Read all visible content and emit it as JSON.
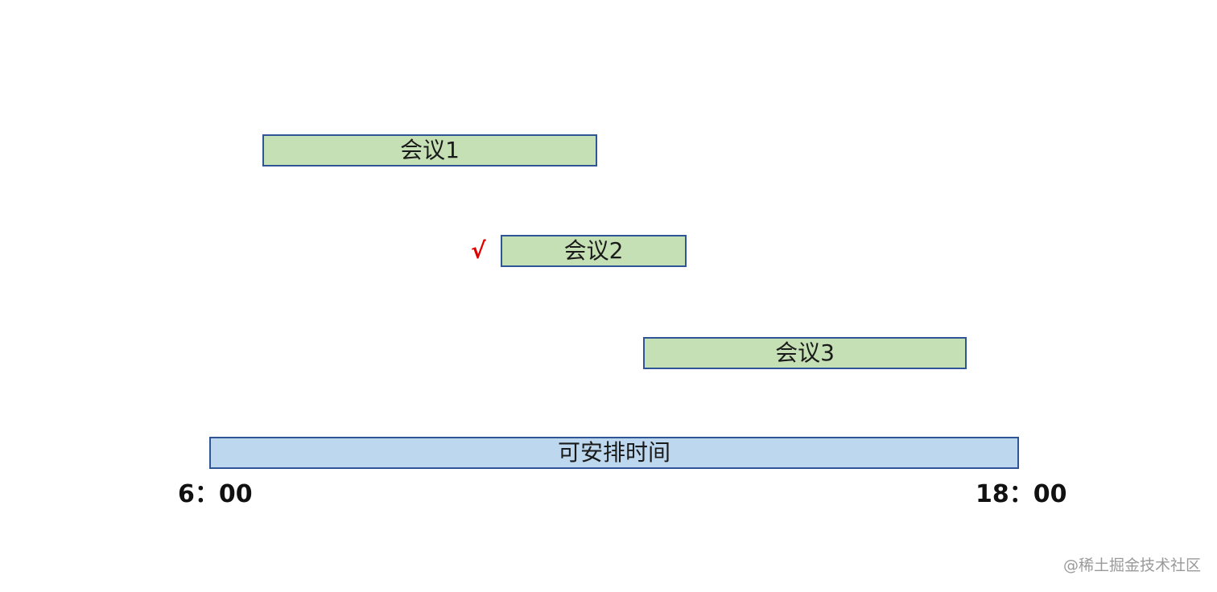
{
  "meetings": [
    {
      "label": "会议1"
    },
    {
      "label": "会议2",
      "mark": "√"
    },
    {
      "label": "会议3"
    }
  ],
  "available": {
    "label": "可安排时间"
  },
  "axis": {
    "start": "6：00",
    "end": "18：00"
  },
  "watermark": "@稀土掘金技术社区",
  "colors": {
    "meeting_fill": "#c5e0b4",
    "available_fill": "#bdd7ee",
    "border": "#2f5597",
    "check_mark": "#e00000"
  }
}
